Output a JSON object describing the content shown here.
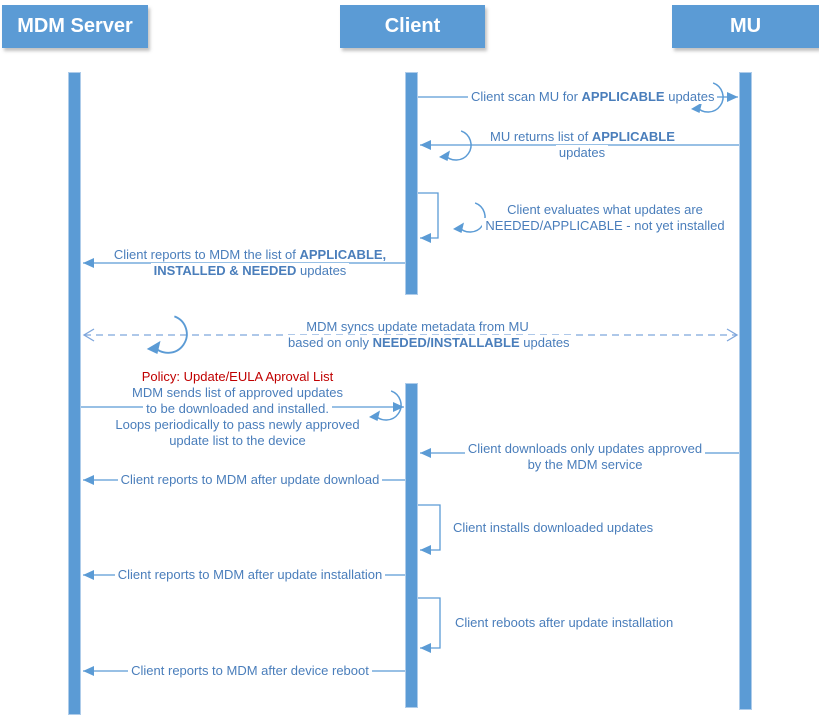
{
  "diagram_title": "MDM / Client / MU update sequence",
  "colors": {
    "accent": "#5B9BD5",
    "message_text": "#4A7EBB",
    "dashed_line": "#7EA6DC",
    "policy_red": "#C00000",
    "actor_text": "#FFFFFF"
  },
  "actors": [
    {
      "id": "mdm",
      "label": "MDM Server"
    },
    {
      "id": "client",
      "label": "Client"
    },
    {
      "id": "mu",
      "label": "MU"
    }
  ],
  "messages": {
    "scan": {
      "from": "client",
      "to": "mu",
      "style": "solid",
      "lines": [
        [
          {
            "t": "Client scan MU for "
          },
          {
            "t": "APPLICABLE",
            "b": true
          },
          {
            "t": " updates"
          }
        ]
      ]
    },
    "returns": {
      "from": "mu",
      "to": "client",
      "style": "solid",
      "lines": [
        [
          {
            "t": "MU returns list of "
          },
          {
            "t": "APPLICABLE",
            "b": true
          }
        ],
        [
          {
            "t": "updates"
          }
        ]
      ]
    },
    "evaluates": {
      "from": "client",
      "to": "client",
      "style": "self-loop",
      "lines": [
        [
          {
            "t": "Client evaluates what updates are"
          }
        ],
        [
          {
            "t": "NEEDED/APPLICABLE - not yet installed"
          }
        ]
      ]
    },
    "reports_list": {
      "from": "client",
      "to": "mdm",
      "style": "solid",
      "lines": [
        [
          {
            "t": "Client reports to MDM the list of "
          },
          {
            "t": "APPLICABLE,",
            "b": true
          }
        ],
        [
          {
            "t": "INSTALLED & NEEDED",
            "b": true
          },
          {
            "t": " updates"
          }
        ]
      ]
    },
    "sync": {
      "from": "mdm",
      "to": "mu",
      "style": "dashed-bidirectional",
      "lines": [
        [
          {
            "t": "MDM syncs update metadata from MU"
          }
        ],
        [
          {
            "t": "based on only "
          },
          {
            "t": "NEEDED/INSTALLABLE",
            "b": true
          },
          {
            "t": " updates"
          }
        ]
      ]
    },
    "policy": {
      "from": "mdm",
      "to": "client",
      "style": "solid",
      "lines": [
        [
          {
            "t": "Policy: Update/EULA Aproval List",
            "r": true
          }
        ],
        [
          {
            "t": "MDM sends list of approved updates"
          }
        ],
        [
          {
            "t": "to be downloaded and installed."
          }
        ],
        [
          {
            "t": "Loops periodically to pass newly approved"
          }
        ],
        [
          {
            "t": "update list to the device"
          }
        ]
      ]
    },
    "downloads": {
      "from": "mu",
      "to": "client",
      "style": "solid",
      "lines": [
        [
          {
            "t": "Client downloads only updates approved"
          }
        ],
        [
          {
            "t": "by the MDM service"
          }
        ]
      ]
    },
    "report_download": {
      "from": "client",
      "to": "mdm",
      "style": "solid",
      "lines": [
        [
          {
            "t": "Client reports to MDM after update download"
          }
        ]
      ]
    },
    "installs": {
      "from": "client",
      "to": "client",
      "style": "self-loop",
      "lines": [
        [
          {
            "t": "Client installs downloaded updates"
          }
        ]
      ]
    },
    "report_install": {
      "from": "client",
      "to": "mdm",
      "style": "solid",
      "lines": [
        [
          {
            "t": "Client reports to MDM after update installation"
          }
        ]
      ]
    },
    "reboots": {
      "from": "client",
      "to": "client",
      "style": "self-loop",
      "lines": [
        [
          {
            "t": "Client reboots after update installation"
          }
        ]
      ]
    },
    "report_reboot": {
      "from": "client",
      "to": "mdm",
      "style": "solid",
      "lines": [
        [
          {
            "t": "Client reports to MDM after device reboot"
          }
        ]
      ]
    }
  }
}
